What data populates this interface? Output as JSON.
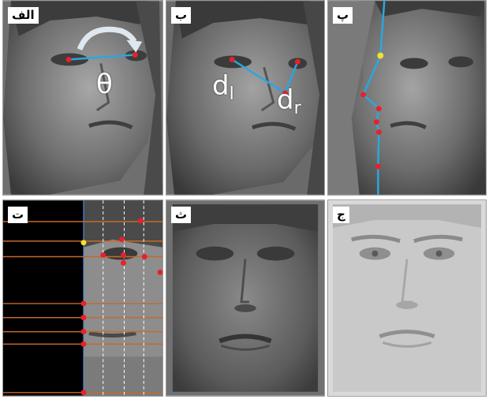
{
  "panels": [
    {
      "label": "الف",
      "symbol": "θ"
    },
    {
      "label": "ب",
      "dl_main": "d",
      "dl_sub": "l",
      "dr_main": "d",
      "dr_sub": "r"
    },
    {
      "label": "پ"
    },
    {
      "label": "ت"
    },
    {
      "label": "ث"
    },
    {
      "label": "ج"
    }
  ],
  "colors": {
    "landmark": "#e8202a",
    "line": "#2aa7e0",
    "highlight": "#f5e02a",
    "grid_line": "#c56a2a"
  }
}
